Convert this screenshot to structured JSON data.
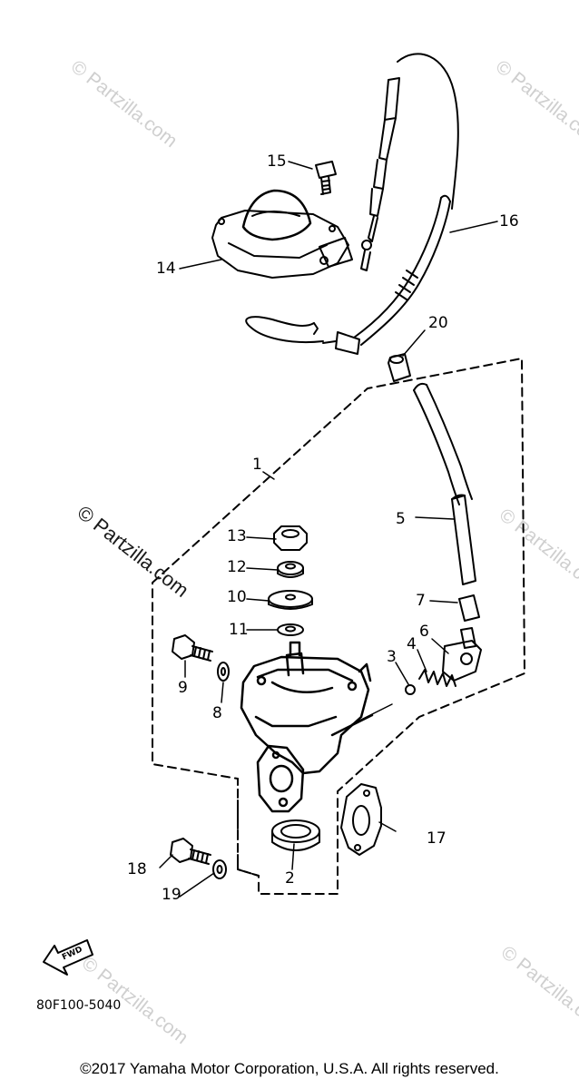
{
  "diagram": {
    "callouts": [
      "1",
      "2",
      "3",
      "4",
      "5",
      "6",
      "7",
      "8",
      "9",
      "10",
      "11",
      "12",
      "13",
      "14",
      "15",
      "16",
      "17",
      "18",
      "19",
      "20"
    ],
    "fwd_label": "FWD",
    "drawing_code": "80F100-5040"
  },
  "watermarks": {
    "main": "© Partzilla.com",
    "faint": "© Partzilla.com"
  },
  "footer": {
    "copyright": "©2017 Yamaha Motor Corporation, U.S.A. All rights reserved."
  }
}
